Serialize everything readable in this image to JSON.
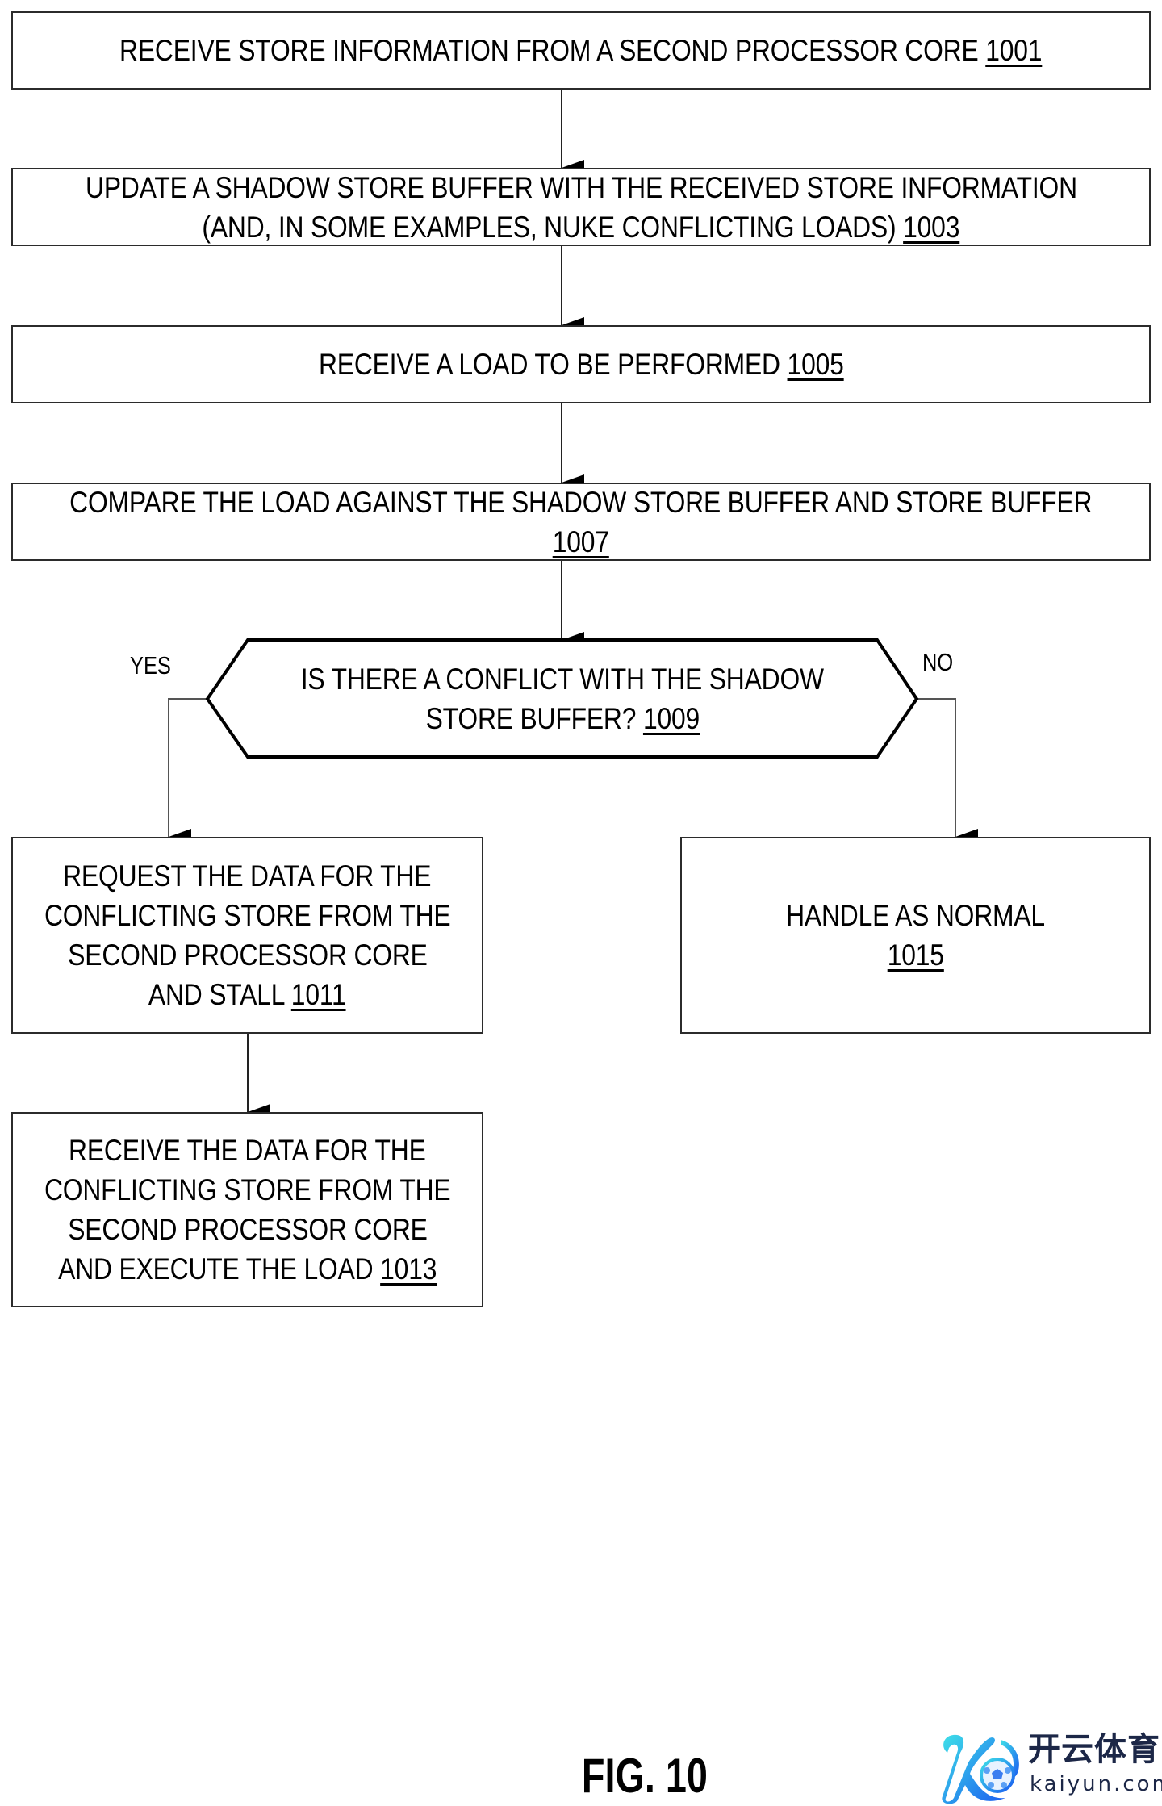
{
  "figure": {
    "label": "FIG. 10",
    "colors": {
      "stroke": "#000000",
      "box_border": "#2b2b2b",
      "connector": "#555555",
      "background": "#ffffff"
    }
  },
  "steps": [
    {
      "id": "1001",
      "lines": [
        "RECEIVE STORE INFORMATION FROM A SECOND PROCESSOR CORE"
      ],
      "ref": "1001",
      "ref_inline": true
    },
    {
      "id": "1003",
      "lines": [
        "UPDATE A SHADOW STORE BUFFER WITH THE RECEIVED STORE INFORMATION",
        "(AND, IN SOME EXAMPLES, NUKE CONFLICTING LOADS)"
      ],
      "ref": "1003",
      "ref_inline": true
    },
    {
      "id": "1005",
      "lines": [
        "RECEIVE A LOAD TO BE PERFORMED"
      ],
      "ref": "1005",
      "ref_inline": true
    },
    {
      "id": "1007",
      "lines": [
        "COMPARE THE LOAD AGAINST THE SHADOW STORE BUFFER AND STORE BUFFER"
      ],
      "ref": "1007",
      "ref_inline": false
    },
    {
      "id": "1011",
      "lines": [
        "REQUEST THE DATA FOR THE",
        "CONFLICTING STORE FROM THE",
        "SECOND PROCESSOR CORE",
        "AND STALL"
      ],
      "ref": "1011",
      "ref_inline": true
    },
    {
      "id": "1015",
      "lines": [
        "HANDLE AS NORMAL"
      ],
      "ref": "1015",
      "ref_inline": false
    },
    {
      "id": "1013",
      "lines": [
        "RECEIVE THE DATA FOR THE",
        "CONFLICTING STORE FROM THE",
        "SECOND PROCESSOR CORE",
        "AND EXECUTE THE LOAD"
      ],
      "ref": "1013",
      "ref_inline": true
    }
  ],
  "decision": {
    "id": "1009",
    "lines": [
      "IS THERE A CONFLICT WITH THE SHADOW",
      "STORE BUFFER?"
    ],
    "ref": "1009",
    "yes_label": "YES",
    "no_label": "NO"
  },
  "edges": [
    {
      "from": "1001",
      "to": "1003"
    },
    {
      "from": "1003",
      "to": "1005"
    },
    {
      "from": "1005",
      "to": "1007"
    },
    {
      "from": "1007",
      "to": "1009"
    },
    {
      "from": "1009",
      "to": "1011",
      "label": "YES"
    },
    {
      "from": "1009",
      "to": "1015",
      "label": "NO"
    },
    {
      "from": "1011",
      "to": "1013"
    }
  ],
  "watermark": {
    "icon": "kaiyun-ball-logo-icon",
    "text_cn": "开云体育",
    "text_en": "kaiyun.com",
    "colors": {
      "gradient_start": "#3fe0e8",
      "gradient_end": "#1a5cf0",
      "text": "#1c2747"
    }
  }
}
